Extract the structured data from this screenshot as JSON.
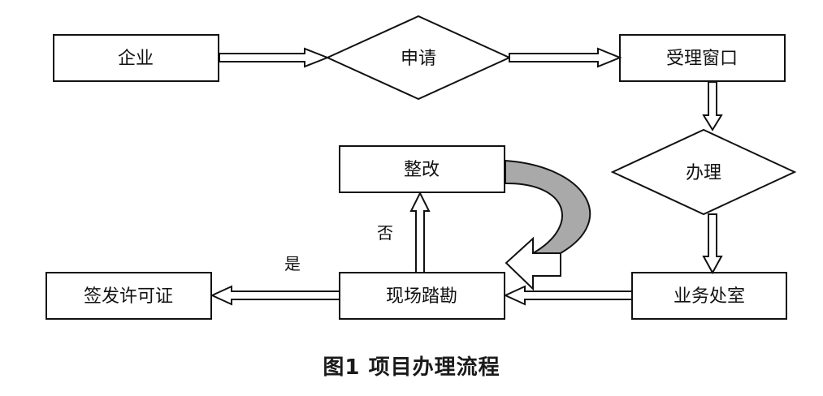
{
  "diagram": {
    "nodes": {
      "company": "企业",
      "apply": "申请",
      "window": "受理窗口",
      "handle": "办理",
      "department": "业务处室",
      "inspection": "现场踏勘",
      "rectify": "整改",
      "issue": "签发许可证"
    },
    "edge_labels": {
      "yes": "是",
      "no": "否"
    }
  },
  "caption": "图1  项目办理流程"
}
